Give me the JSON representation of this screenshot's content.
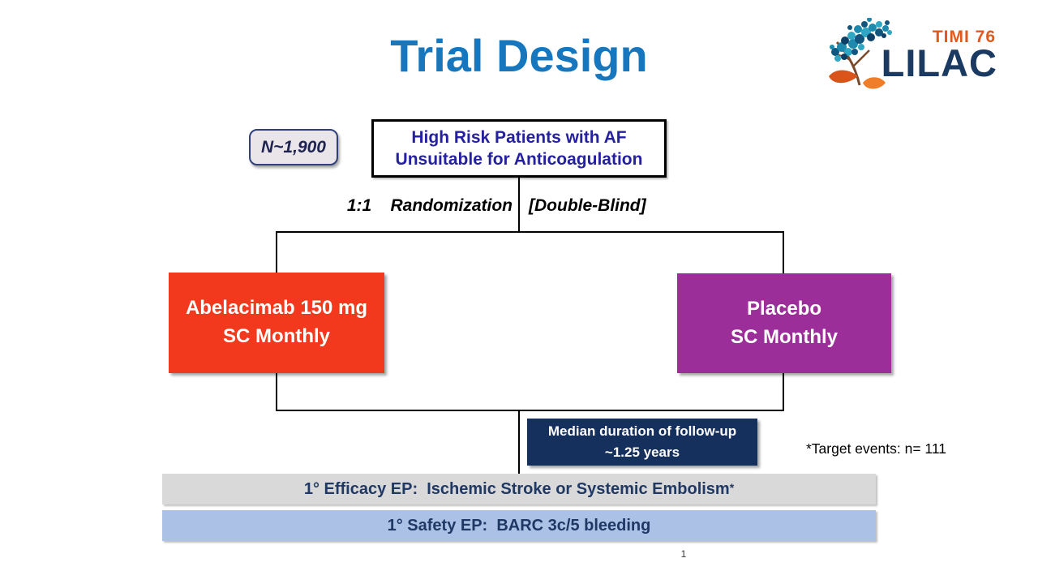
{
  "slide": {
    "title": "Trial Design",
    "page_number": "1"
  },
  "logo": {
    "trial_number": "TIMI 76",
    "name": "LILAC"
  },
  "enrollment_badge": "N~1,900",
  "population_box": {
    "line1": "High Risk Patients with AF",
    "line2": "Unsuitable for Anticoagulation"
  },
  "randomization": {
    "left_label": "1:1    Randomization",
    "right_label": "[Double-Blind]"
  },
  "arms": [
    {
      "name": "abelacimab",
      "line1": "Abelacimab 150 mg",
      "line2": "SC Monthly",
      "color": "#f2381d"
    },
    {
      "name": "placebo",
      "line1": "Placebo",
      "line2": "SC Monthly",
      "color": "#9c2e99"
    }
  ],
  "followup_box": {
    "line1": "Median duration of follow-up",
    "line2": "~1.25 years",
    "color": "#16305e"
  },
  "footnote": "*Target events: n= 111",
  "endpoints": [
    {
      "label": "1° Efficacy EP:  Ischemic Stroke or Systemic Embolism",
      "superscript": "*",
      "color": "#d9d9d9"
    },
    {
      "label": "1° Safety EP:  BARC 3c/5 bleeding",
      "superscript": "",
      "color": "#abc1e6"
    }
  ],
  "colors": {
    "title_blue": "#1777be",
    "logo_orange": "#e05a1e",
    "logo_navy": "#1a3a61",
    "population_text_indigo": "#2420a0",
    "endpoint_text_navy": "#1f3864",
    "badge_fill": "#e9e5e9",
    "badge_border": "#31407a",
    "connector_black": "#000000"
  }
}
